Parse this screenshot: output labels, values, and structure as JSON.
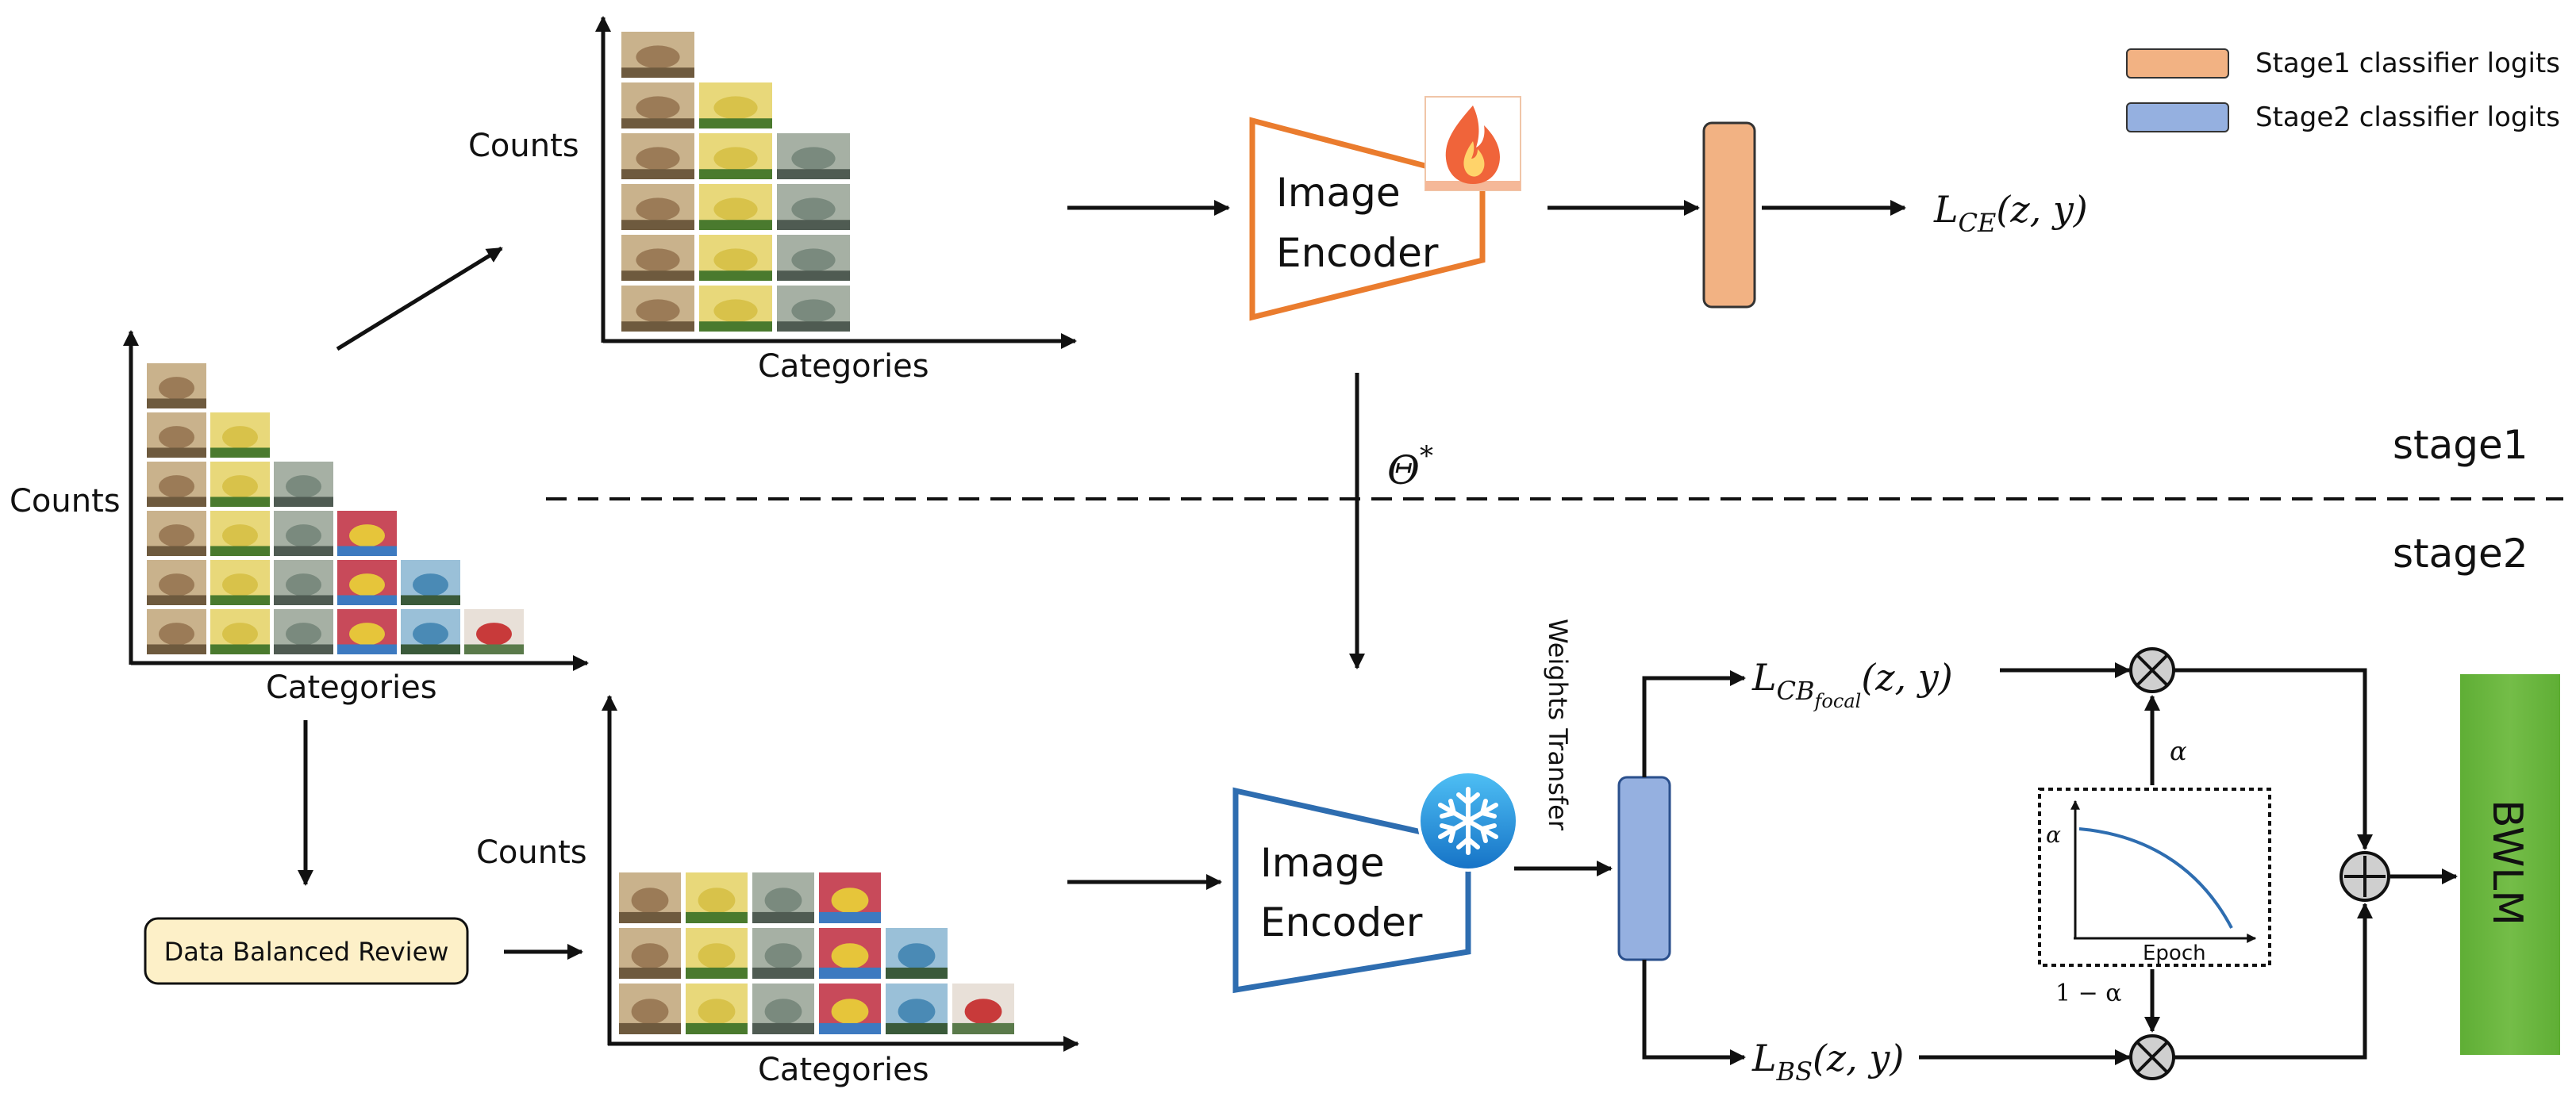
{
  "legend": {
    "stage1_label": "Stage1 classifier logits",
    "stage2_label": "Stage2 classifier logits",
    "stage1_color": "#f2b283",
    "stage2_color": "#95b0e0"
  },
  "axes": {
    "counts": "Counts",
    "categories": "Categories"
  },
  "encoder": {
    "line1": "Image",
    "line2": "Encoder",
    "trainable_color": "#ea7c2e",
    "frozen_color": "#2e6db0",
    "fire_icon": "fire-icon",
    "snowflake_icon": "snowflake-icon"
  },
  "stages": {
    "stage1": "stage1",
    "stage2": "stage2"
  },
  "theta": {
    "symbol": "Θ",
    "superscript": "*"
  },
  "losses": {
    "ce": {
      "L": "L",
      "sub": "CE",
      "args": "(z, y)"
    },
    "cb": {
      "L": "L",
      "sub": "CB",
      "subsub": "focal",
      "args": "(z, y)"
    },
    "bs": {
      "L": "L",
      "sub": "BS",
      "args": "(z, y)"
    }
  },
  "weights_transfer": "Weights Transfer",
  "data_balanced_review": "Data Balanced Review",
  "data_balanced_fill": "#fdf0c8",
  "alpha": {
    "alpha": "α",
    "one_minus_alpha": "1 − α",
    "plot_ylabel": "α",
    "plot_xlabel": "Epoch"
  },
  "bwlm": {
    "label": "BWLM",
    "color": "#6db43f"
  }
}
